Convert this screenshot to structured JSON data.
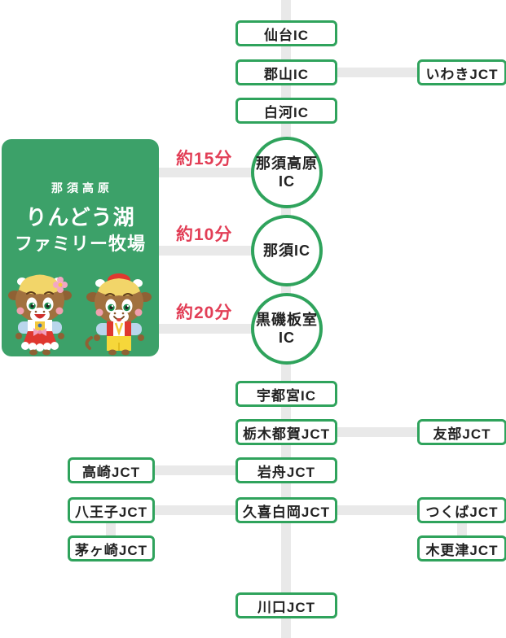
{
  "diagram": {
    "title_card": {
      "region": "那須高原",
      "name_line1": "りんどう湖",
      "name_line2": "ファミリー牧場",
      "mascots": "two-cow-mascots"
    },
    "travel_times": {
      "nasukogen": "約15分",
      "nasu": "約10分",
      "kuroiso": "約20分"
    },
    "nodes": {
      "sendai": "仙台IC",
      "koriyama": "郡山IC",
      "iwaki": "いわきJCT",
      "shirakawa": "白河IC",
      "nasukogen_line1": "那須高原",
      "nasukogen_line2": "IC",
      "nasu": "那須IC",
      "kuroiso_line1": "黒磯板室",
      "kuroiso_line2": "IC",
      "utsunomiya": "宇都宮IC",
      "tochigi_tsuga": "栃木都賀JCT",
      "tomobe": "友部JCT",
      "iwafune": "岩舟JCT",
      "takasaki": "高崎JCT",
      "hachioji": "八王子JCT",
      "kuki_shiraoka": "久喜白岡JCT",
      "tsukuba": "つくばJCT",
      "chigasaki": "茅ヶ崎JCT",
      "kisarazu": "木更津JCT",
      "kawaguchi": "川口JCT"
    },
    "colors": {
      "node_border_green": "#2fa35c",
      "card_green": "#3ca169",
      "road_line_gray": "#e9e9e9",
      "time_label_red": "#e23e56",
      "node_text": "#222222"
    }
  }
}
